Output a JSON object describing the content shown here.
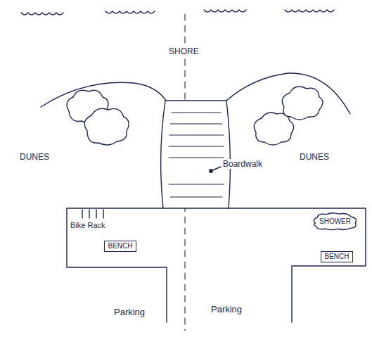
{
  "diagram": {
    "nodes": [
      {
        "text": [
          "SHOWER"
        ]
      },
      {
        "text": [
          "BENCH"
        ]
      },
      {
        "text": [
          "BENCH"
        ]
      }
    ],
    "labels": [
      "SHORE",
      "DUNES",
      "DUNES",
      "Boardwalk",
      "Bike Rack",
      "Parking",
      "Parking"
    ]
  }
}
